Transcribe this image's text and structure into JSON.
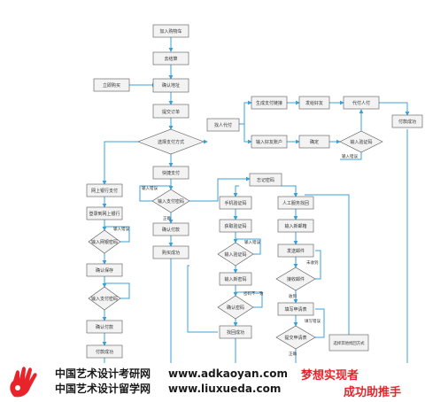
{
  "colors": {
    "box_fill": "#f3f3f3",
    "box_stroke": "#555555",
    "connector": "#3aa0d8",
    "text": "#333333",
    "footer_red": "#e8232a",
    "footer_text": "#1a1a1a"
  },
  "nodes": {
    "add_cart": "加入购物车",
    "checkout": "去结算",
    "buy_now": "立即购买",
    "confirm_address": "确认地址",
    "submit_order": "提交订单",
    "choose_payment": "选择支付方式",
    "pay_by_other": "找人代付",
    "gen_pay_link": "生成支付链接",
    "send_friend": "发给好友",
    "payer_pays": "代付人付",
    "pay_success_right": "付款成功",
    "input_friend_account": "输入好友账户",
    "confirm_top": "确定",
    "input_captcha_top": "输入验证码",
    "input_error_top": "输入错误",
    "quick_pay": "快捷支付",
    "online_bank": "网上银行支付",
    "login_bank": "登录到网上银行",
    "input_bank_pw": "输入网银密码",
    "input_error_left": "输入错误",
    "confirm_save": "确认保存",
    "input_pay_pw": "输入支付密码",
    "pay_success_left": "付款成功",
    "input_pay_code": "输入支付密码",
    "input_error_mid": "输入错误",
    "correct_mid": "正确",
    "confirm_pay": "确认付款",
    "buy_success": "购买成功",
    "forgot_pw": "忘记密码",
    "phone_captcha": "手机验证码",
    "get_captcha": "获取验证码",
    "input_captcha_mid": "输入验证码",
    "input_error_phone": "输入错误",
    "input_new_pw": "输入新密码",
    "pw_mismatch": "密码不一致",
    "confirm_new_pw": "确认密码",
    "find_success": "找回成功",
    "manual_service": "人工服务找回",
    "input_new_phone": "输入新邮箱",
    "send_email": "发送邮件",
    "not_received": "未收到",
    "receive_email": "接收邮件",
    "received": "收到",
    "fill_statement": "填写申请表",
    "fill_error": "填写错误",
    "submit_statement": "提交申请表",
    "correct_bottom": "正确",
    "choose_other": "选择其他找回方式"
  },
  "footer": {
    "site_cn_1": "中国艺术设计考研网",
    "site_cn_2": "中国艺术设计留学网",
    "url_1": "www.adkaoyan.com",
    "url_2": "www.liuxueda.com",
    "slogan_1": "梦想实现者",
    "slogan_2": "成功助推手"
  }
}
